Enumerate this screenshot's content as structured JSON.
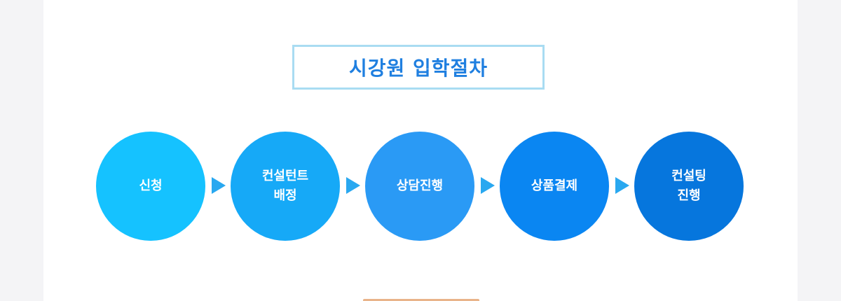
{
  "title": "시강원 입학절차",
  "steps": [
    {
      "label": "신청",
      "color": "#15c2ff"
    },
    {
      "label": "컨설턴트\n배정",
      "color": "#16a9f7"
    },
    {
      "label": "상담진행",
      "color": "#2a9af5"
    },
    {
      "label": "상품결제",
      "color": "#0a86f2"
    },
    {
      "label": "컨설팅\n진행",
      "color": "#0676dd"
    }
  ],
  "colors": {
    "title": "#1f7fe0",
    "title_border": "#a9dcf2",
    "arrow": "#29a8f0",
    "bottom_tab": "#e9b48a"
  }
}
